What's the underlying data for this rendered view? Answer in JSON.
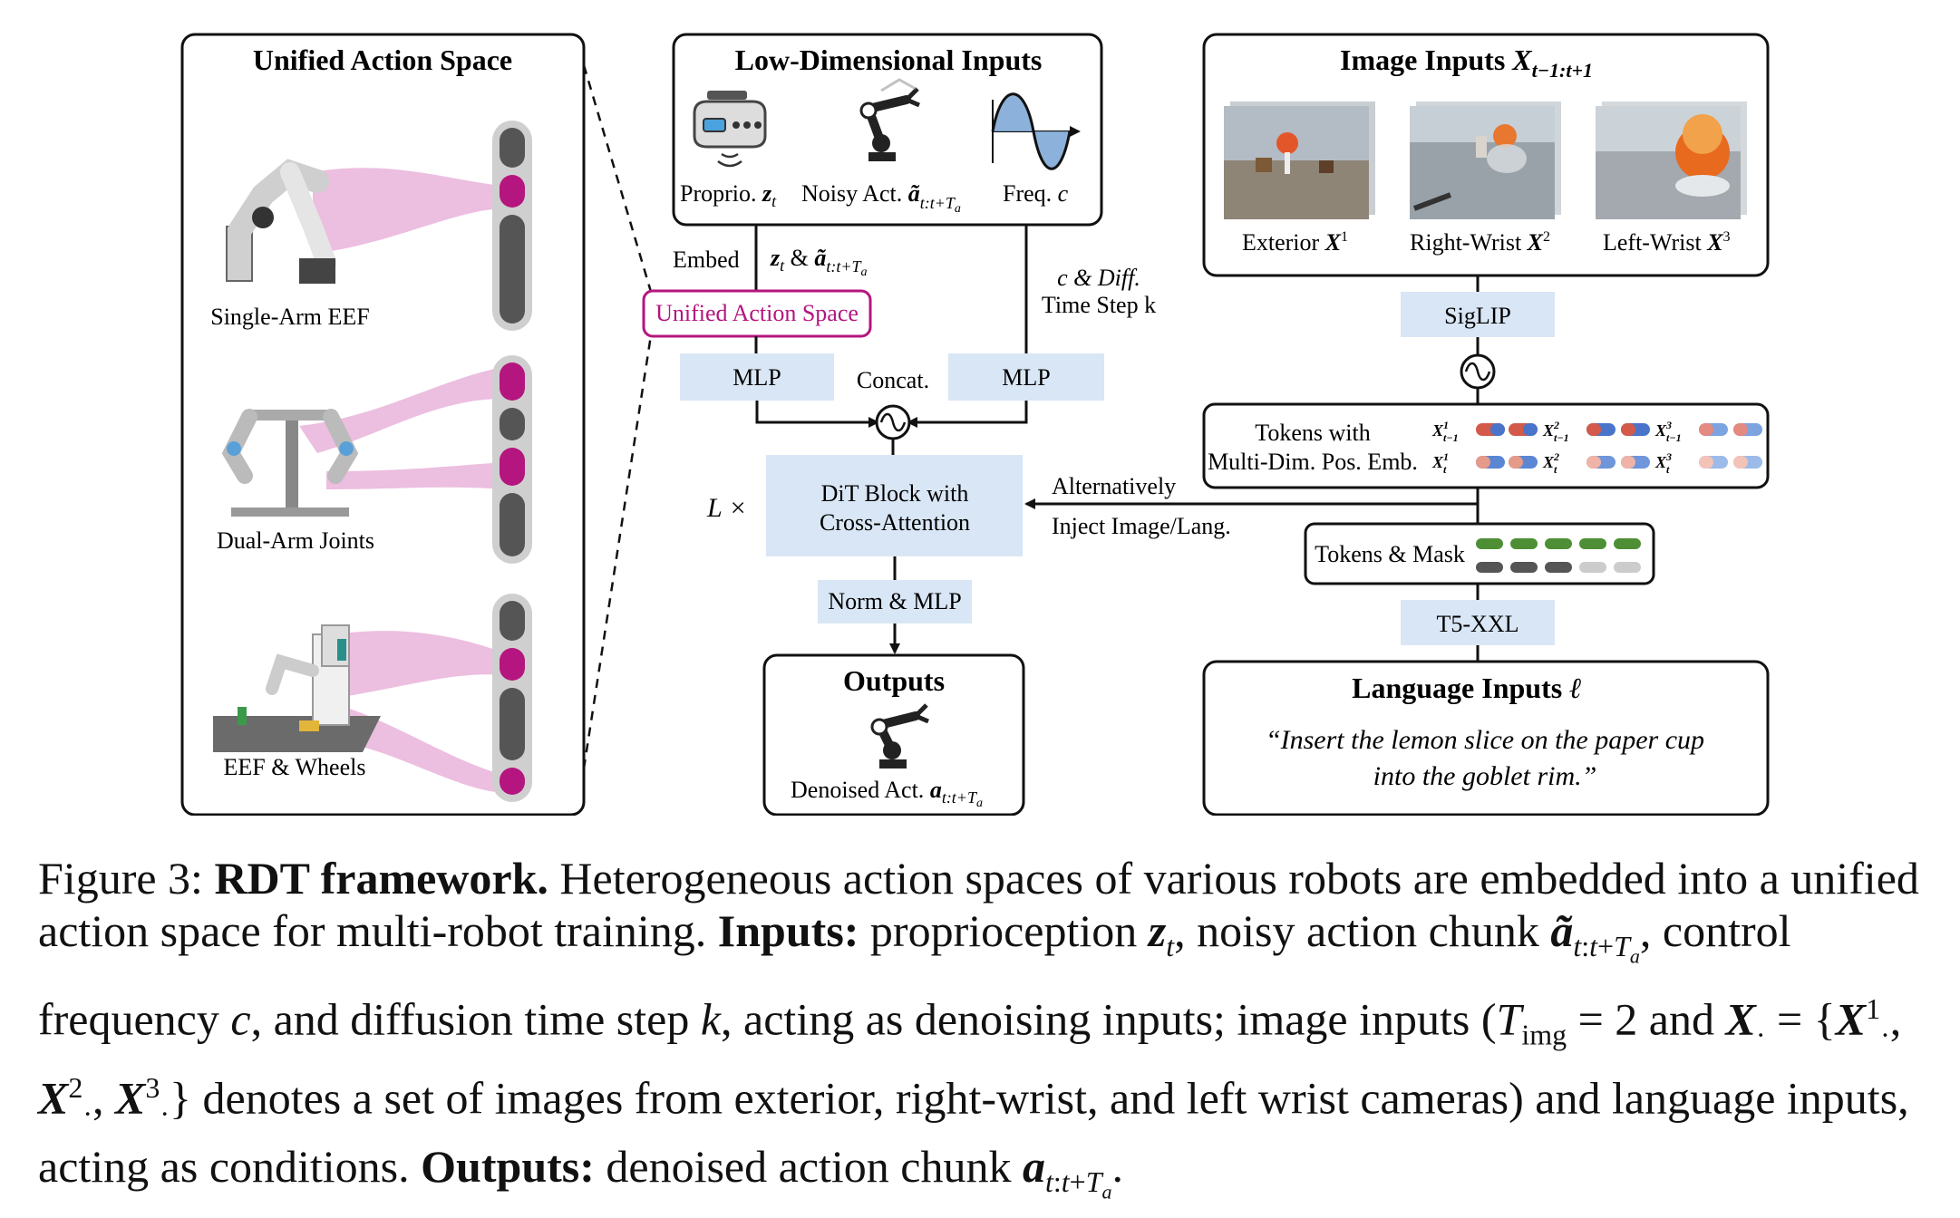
{
  "figure": {
    "uas_panel": {
      "title": "Unified Action Space",
      "robots": [
        "Single-Arm EEF",
        "Dual-Arm Joints",
        "EEF & Wheels"
      ]
    },
    "low_dim": {
      "title": "Low-Dimensional Inputs",
      "proprio": "Proprio. ",
      "proprio_var": "z",
      "proprio_sub": "t",
      "noisy": "Noisy Act. ",
      "noisy_var": "ã",
      "noisy_sub": "t:t+T",
      "noisy_subsub": "a",
      "freq": "Freq. ",
      "freq_var": "c"
    },
    "embed": "Embed",
    "embed_expr": "z",
    "embed_expr_sub": "t",
    "embed_amp": " & ",
    "embed_a": "ã",
    "embed_a_sub": "t:t+T",
    "embed_a_subsub": "a",
    "uas_box": "Unified Action Space",
    "mlp_left": "MLP",
    "mlp_right": "MLP",
    "concat": "Concat.",
    "c_diff_1": "c & Diff.",
    "c_diff_2": "Time Step k",
    "l_times": "L ×",
    "dit_1": "DiT Block with",
    "dit_2": "Cross-Attention",
    "alt_1": "Alternatively",
    "alt_2": "Inject Image/Lang.",
    "norm_mlp": "Norm & MLP",
    "outputs": {
      "title": "Outputs",
      "label": "Denoised Act. ",
      "var": "a",
      "sub": "t:t+T",
      "subsub": "a"
    },
    "image_inputs": {
      "title": "Image Inputs ",
      "var": "X",
      "sub": "t−1:t+1",
      "cams": [
        {
          "label": "Exterior ",
          "sup": "1"
        },
        {
          "label": "Right-Wrist ",
          "sup": "2"
        },
        {
          "label": "Left-Wrist ",
          "sup": "3"
        }
      ]
    },
    "siglip": "SigLIP",
    "tokens_1": "Tokens with",
    "tokens_2": "Multi-Dim. Pos. Emb.",
    "token_labels_top": [
      "X",
      "X",
      "X"
    ],
    "token_labels_top_sup": [
      "1",
      "2",
      "3"
    ],
    "token_labels_top_sub": [
      "t−1",
      "t−1",
      "t−1"
    ],
    "token_labels_bot_sup": [
      "1",
      "2",
      "3"
    ],
    "token_labels_bot_sub": [
      "t",
      "t",
      "t"
    ],
    "tokens_mask": "Tokens & Mask",
    "t5": "T5-XXL",
    "language": {
      "title": "Language Inputs ",
      "var": "ℓ",
      "quote_1": "“Insert the lemon slice on the paper cup",
      "quote_2": "into the goblet rim.”"
    },
    "colors": {
      "magenta": "#b5157e",
      "pink_band": "#e9b3da",
      "blue_box": "#d9e6f5",
      "gray_bar": "#555555",
      "green_token": "#4e8f35"
    }
  },
  "caption": {
    "fig_label": "Figure 3: ",
    "bold_title": "RDT framework.",
    "s1": " Heterogeneous action spaces of various robots are embedded into a unified action space for multi-robot training. ",
    "inputs_bold": "Inputs:",
    "s2": " proprioception ",
    "s3": ", noisy action chunk ",
    "s4": ", control frequency ",
    "s5": ", and diffusion time step ",
    "s6": ", acting as denoising inputs; image inputs (",
    "s7": " = 2 and ",
    "s8": " denotes a set of images from exterior, right-wrist, and left wrist cameras) and language inputs, acting as conditions. ",
    "outputs_bold": "Outputs:",
    "s9": " denoised action chunk ",
    "s10": "."
  }
}
